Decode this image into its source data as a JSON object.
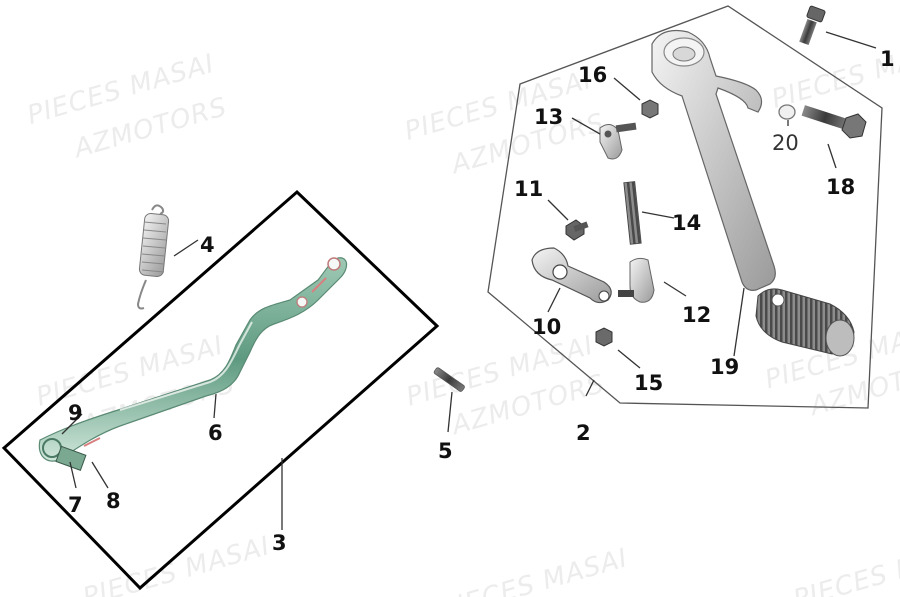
{
  "watermark": {
    "line1": "PIECES MASAI",
    "line2": "AZMOTORS"
  },
  "callouts": {
    "c1": "1",
    "c2": "2",
    "c3": "3",
    "c4": "4",
    "c5": "5",
    "c6": "6",
    "c7": "7",
    "c8": "8",
    "c9": "9",
    "c10": "10",
    "c11": "11",
    "c12": "12",
    "c13": "13",
    "c14": "14",
    "c15": "15",
    "c16": "16",
    "c18": "18",
    "c19": "19",
    "c20": "20"
  },
  "colors": {
    "lever_green": "#6aa88c",
    "lever_highlight": "#cfe6da",
    "lever_accent_red": "#d88080",
    "part_grey": "#bdbdbd",
    "bolt_dark": "#555555",
    "outline": "#000000"
  }
}
